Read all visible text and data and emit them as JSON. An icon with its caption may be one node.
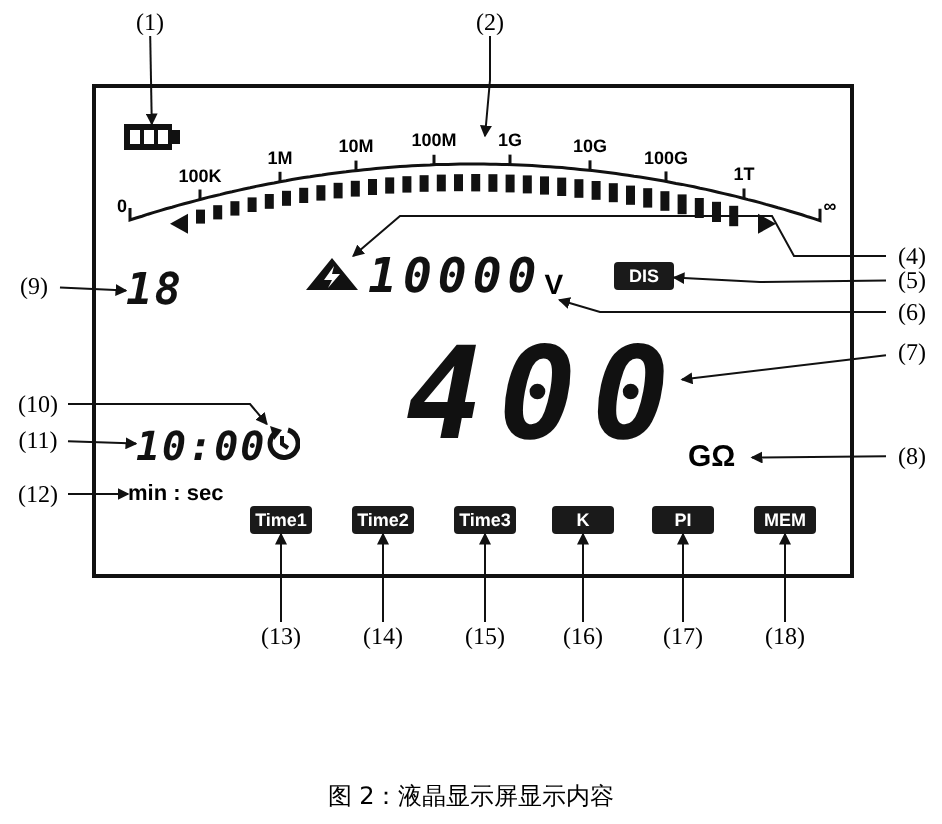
{
  "diagram": {
    "caption": "图 2：液晶显示屏显示内容",
    "nodes": [
      {
        "text": [],
        "shape": "box"
      },
      {
        "text": [
          "(1)"
        ]
      },
      {
        "text": [
          "(2)"
        ]
      },
      {
        "text": [],
        "shape": "battery",
        "in": 0
      },
      {
        "text": [
          "0",
          "100K",
          "1M",
          "10M",
          "100M",
          "1G",
          "10G",
          "100G",
          "1T",
          "∞"
        ],
        "in": 0
      },
      {
        "text": [
          "(4)"
        ]
      },
      {
        "text": [],
        "shape": "triangle",
        "in": 0
      },
      {
        "text": [
          "DIS"
        ],
        "in": 0
      },
      {
        "text": [
          "(5)"
        ]
      },
      {
        "text": [
          "(9)"
        ]
      },
      {
        "text": [
          "18"
        ],
        "in": 0
      },
      {
        "text": [
          "10000",
          "V"
        ],
        "in": 0
      },
      {
        "text": [
          "(6)"
        ]
      },
      {
        "text": [
          "400"
        ],
        "in": 0
      },
      {
        "text": [
          "(7)"
        ]
      },
      {
        "text": [
          "(10)"
        ]
      },
      {
        "text": [],
        "shape": "clock",
        "in": 0
      },
      {
        "text": [
          "GΩ"
        ],
        "in": 0
      },
      {
        "text": [
          "(8)"
        ]
      },
      {
        "text": [
          "(11)"
        ]
      },
      {
        "text": [
          "10:00"
        ],
        "in": 0
      },
      {
        "text": [
          "(12)"
        ]
      },
      {
        "text": [
          "min : sec"
        ],
        "in": 0
      },
      {
        "text": [
          "Time1"
        ],
        "in": 0
      },
      {
        "text": [
          "Time2"
        ],
        "in": 0
      },
      {
        "text": [
          "Time3"
        ],
        "in": 0
      },
      {
        "text": [
          "K"
        ],
        "in": 0
      },
      {
        "text": [
          "PI"
        ],
        "in": 0
      },
      {
        "text": [
          "MEM"
        ],
        "in": 0
      },
      {
        "text": [
          "(13)"
        ]
      },
      {
        "text": [
          "(14)"
        ]
      },
      {
        "text": [
          "(15)"
        ]
      },
      {
        "text": [
          "(16)"
        ]
      },
      {
        "text": [
          "(17)"
        ]
      },
      {
        "text": [
          "(18)"
        ]
      }
    ],
    "edges": [
      {
        "from": 1,
        "to": 3,
        "arrow": "to"
      },
      {
        "from": 2,
        "to": 4,
        "arrow": "to"
      },
      {
        "from": 5,
        "to": 6,
        "arrow": "to"
      },
      {
        "from": 8,
        "to": 7,
        "arrow": "to"
      },
      {
        "from": 9,
        "to": 10,
        "arrow": "to"
      },
      {
        "from": 12,
        "to": 11,
        "arrow": "to"
      },
      {
        "from": 14,
        "to": 13,
        "arrow": "to"
      },
      {
        "from": 15,
        "to": 16,
        "arrow": "to"
      },
      {
        "from": 18,
        "to": 17,
        "arrow": "to"
      },
      {
        "from": 19,
        "to": 20,
        "arrow": "to"
      },
      {
        "from": 21,
        "to": 22,
        "arrow": "to"
      },
      {
        "from": 29,
        "to": 23,
        "arrow": "to"
      },
      {
        "from": 30,
        "to": 24,
        "arrow": "to"
      },
      {
        "from": 31,
        "to": 25,
        "arrow": "to"
      },
      {
        "from": 32,
        "to": 26,
        "arrow": "to"
      },
      {
        "from": 33,
        "to": 27,
        "arrow": "to"
      },
      {
        "from": 34,
        "to": 28,
        "arrow": "to"
      }
    ]
  }
}
